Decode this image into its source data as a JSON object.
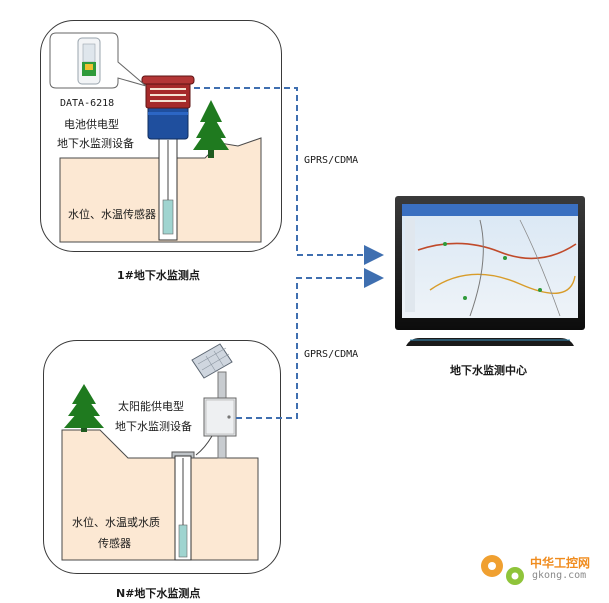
{
  "site1": {
    "device_model": "DATA-6218",
    "device_power": "电池供电型",
    "device_name": "地下水监测设备",
    "sensor": "水位、水温传感器",
    "caption": "1#地下水监测点"
  },
  "site2": {
    "device_power": "太阳能供电型",
    "device_name": "地下水监测设备",
    "sensor_line1": "水位、水温或水质",
    "sensor_line2": "传感器",
    "caption": "N#地下水监测点"
  },
  "links": {
    "upper_label": "GPRS/CDMA",
    "lower_label": "GPRS/CDMA"
  },
  "center": {
    "caption": "地下水监测中心"
  },
  "logo": {
    "name": "中华工控网",
    "url": "gkong.com"
  },
  "colors": {
    "ground": "#fce8d3",
    "ground_edge": "#4a4a4a",
    "tree": "#1f7a1f",
    "link": "#3f6fb0",
    "device_red": "#a52a2a",
    "device_blue": "#1f4f9e"
  }
}
